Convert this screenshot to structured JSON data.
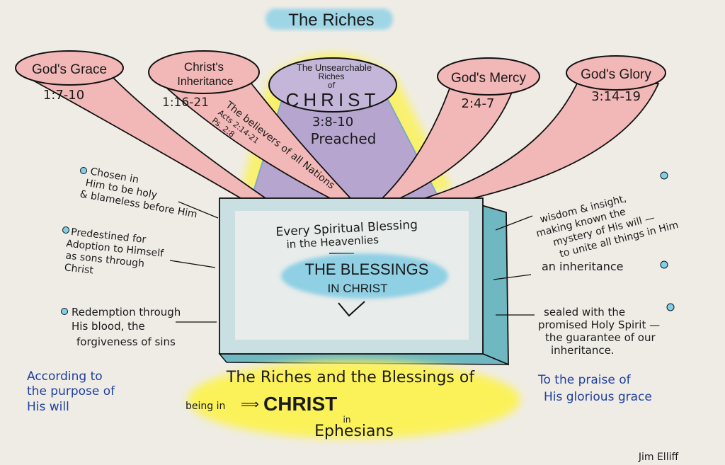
{
  "title": "The Riches",
  "bubbles": [
    {
      "label": "God's Grace",
      "ref": "1:7-10"
    },
    {
      "label1": "Christ's",
      "label2": "Inheritance",
      "ref": "1:16-21",
      "note": "The believers of all Nations",
      "cross_ref1": "Acts 2:14-21",
      "cross_ref2": "Ps. 2:8"
    },
    {
      "line1": "The Unsearchable",
      "line2": "Riches",
      "line3": "of",
      "line4": "CHRIST",
      "ref": "3:8-10",
      "note": "Preached"
    },
    {
      "label": "God's Mercy",
      "ref": "2:4-7"
    },
    {
      "label": "God's Glory",
      "ref": "3:14-19"
    }
  ],
  "box": {
    "line1": "Every Spiritual Blessing",
    "line2": "in the Heavenlies",
    "center1": "THE BLESSINGS",
    "center2": "IN CHRIST"
  },
  "left_items": [
    {
      "lines": [
        "Chosen in",
        "Him to be holy",
        "& blameless before Him"
      ]
    },
    {
      "lines": [
        "Predestined for",
        "Adoption to Himself",
        "as sons through",
        "Christ"
      ]
    },
    {
      "lines": [
        "Redemption through",
        "His blood, the",
        "forgiveness of sins"
      ]
    }
  ],
  "right_items": [
    {
      "lines": [
        "wisdom & insight,",
        "making known the",
        "mystery of His will —",
        "to unite all things in Him"
      ]
    },
    {
      "lines": [
        "an inheritance"
      ]
    },
    {
      "lines": [
        "sealed with the",
        "promised Holy Spirit —",
        "the guarantee of our",
        "inheritance."
      ]
    }
  ],
  "left_footer": [
    "According to",
    "the purpose of",
    "His will"
  ],
  "right_footer": [
    "To the praise of",
    "His glorious grace"
  ],
  "bottom_title": {
    "line1": "The Riches and the Blessings of",
    "prefix": "being in",
    "christ": "CHRIST",
    "in": "in",
    "ephesians": "Ephesians"
  },
  "signature": "Jim Elliff",
  "colors": {
    "pink": "#f2b7b7",
    "purple": "#b6a6cf",
    "blue_box": "#b9d6dc",
    "yellow": "#fbf25a",
    "highlight_blue": "#8fd0e4",
    "ink_blue": "#1f3fa0"
  }
}
